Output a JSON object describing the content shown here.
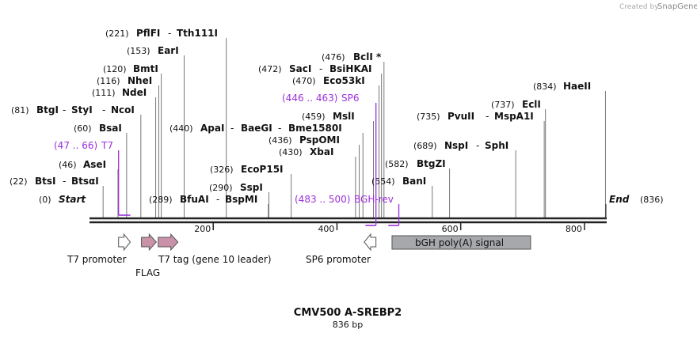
{
  "credit": {
    "prefix": "Created by",
    "brand": "SnapGene"
  },
  "title": "CMV500 A-SREBP2",
  "subtitle": "836 bp",
  "length": 836,
  "ends": {
    "start_pos": "(0)",
    "start_label": "Start",
    "end_label": "End",
    "end_pos": "(836)"
  },
  "ticks": [
    "200",
    "400",
    "600",
    "800"
  ],
  "tick_values": [
    200,
    400,
    600,
    800
  ],
  "sites": [
    {
      "pos": "(221)",
      "names": [
        "PflFI",
        "Tth111I"
      ],
      "bp": 221
    },
    {
      "pos": "(153)",
      "names": [
        "EarI"
      ],
      "bp": 153
    },
    {
      "pos": "(120)",
      "names": [
        "BmtI"
      ],
      "bp": 116
    },
    {
      "pos": "(116)",
      "names": [
        "NheI"
      ],
      "bp": 112
    },
    {
      "pos": "(111)",
      "names": [
        "NdeI"
      ],
      "bp": 107
    },
    {
      "pos": "(81)",
      "names": [
        "BtgI",
        "StyI",
        "NcoI"
      ],
      "bp": 83
    },
    {
      "pos": "(60)",
      "names": [
        "BsaI"
      ],
      "bp": 60
    },
    {
      "pos": "(46)",
      "names": [
        "AseI"
      ],
      "bp": 46
    },
    {
      "pos": "(22)",
      "names": [
        "BtsI",
        "BtsαI"
      ],
      "bp": 22
    },
    {
      "pos": "(440)",
      "names": [
        "ApaI",
        "BaeGI",
        "Bme1580I"
      ],
      "bp": 442
    },
    {
      "pos": "(326)",
      "names": [
        "EcoP15I"
      ],
      "bp": 326
    },
    {
      "pos": "(290)",
      "names": [
        "SspI"
      ],
      "bp": 290
    },
    {
      "pos": "(289)",
      "names": [
        "BfuAI",
        "BspMI"
      ],
      "bp": 289
    },
    {
      "pos": "(476)",
      "names": [
        "BclI *"
      ],
      "bp": 476
    },
    {
      "pos": "(472)",
      "names": [
        "SacI",
        "BsiHKAI"
      ],
      "bp": 472
    },
    {
      "pos": "(470)",
      "names": [
        "Eco53kI"
      ],
      "bp": 468
    },
    {
      "pos": "(459)",
      "names": [
        "MslI"
      ],
      "bp": 459
    },
    {
      "pos": "(436)",
      "names": [
        "PspOMI"
      ],
      "bp": 436
    },
    {
      "pos": "(430)",
      "names": [
        "XbaI"
      ],
      "bp": 430
    },
    {
      "pos": "(582)",
      "names": [
        "BtgZI"
      ],
      "bp": 582
    },
    {
      "pos": "(554)",
      "names": [
        "BanI"
      ],
      "bp": 554
    },
    {
      "pos": "(834)",
      "names": [
        "HaeII"
      ],
      "bp": 834
    },
    {
      "pos": "(737)",
      "names": [
        "EclI"
      ],
      "bp": 737
    },
    {
      "pos": "(735)",
      "names": [
        "PvuII",
        "MspA1I"
      ],
      "bp": 735
    },
    {
      "pos": "(689)",
      "names": [
        "NspI",
        "SphI"
      ],
      "bp": 689
    }
  ],
  "primers": [
    {
      "range": "(47 .. 66)",
      "name": "T7",
      "start": 47,
      "end": 66,
      "direction": "forward"
    },
    {
      "range": "(446 .. 463)",
      "name": "SP6",
      "start": 446,
      "end": 463,
      "direction": "reverse"
    },
    {
      "range": "(483 .. 500)",
      "name": "BGH-rev",
      "start": 483,
      "end": 500,
      "direction": "reverse"
    }
  ],
  "features": [
    {
      "label": "T7 promoter",
      "start": 47,
      "end": 66,
      "direction": "forward",
      "color": "#ffffff"
    },
    {
      "label": "FLAG",
      "start": 84,
      "end": 108,
      "direction": "forward",
      "color": "#c992a8"
    },
    {
      "label": "T7 tag (gene 10 leader)",
      "start": 111,
      "end": 143,
      "direction": "forward",
      "color": "#c992a8"
    },
    {
      "label": "SP6 promoter",
      "start": 444,
      "end": 463,
      "direction": "reverse",
      "color": "#ffffff"
    },
    {
      "label": "bGH poly(A) signal",
      "start": 489,
      "end": 713,
      "direction": "none",
      "color": "#a6a8ab"
    }
  ],
  "colors": {
    "primer": "#9b30d9",
    "backbone": "#222222",
    "feature_stroke": "#555555"
  }
}
